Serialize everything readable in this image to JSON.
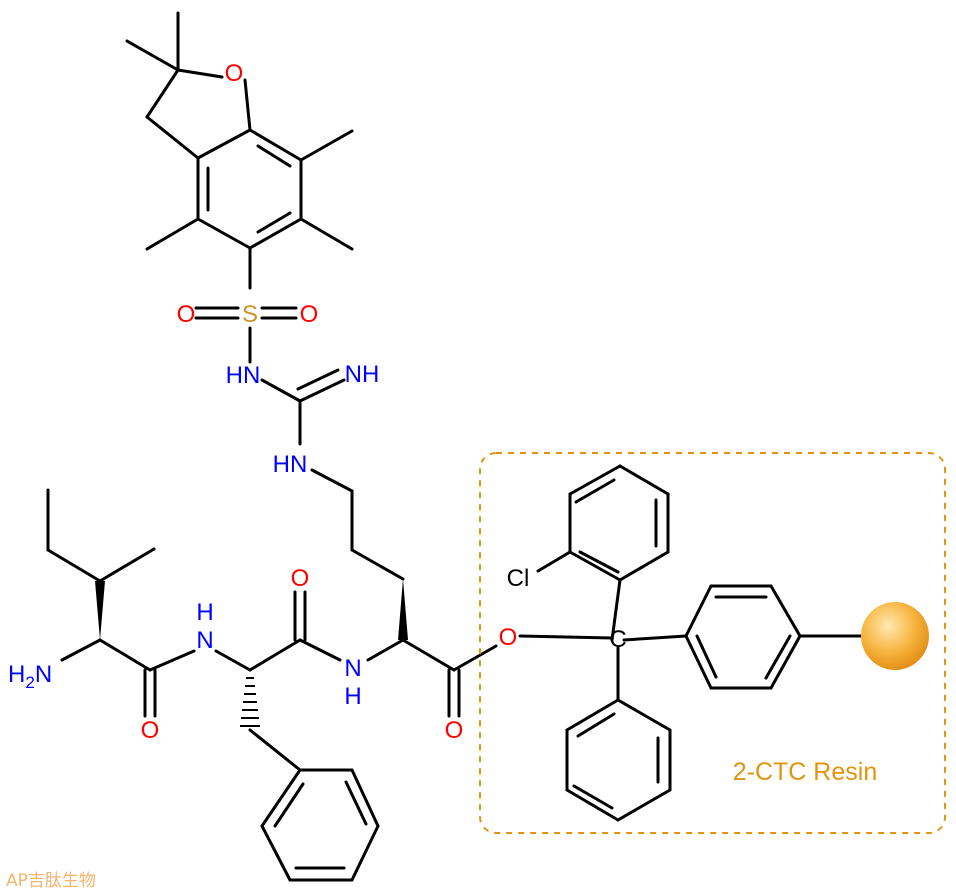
{
  "atom_labels": {
    "o_ring": "O",
    "s": "S",
    "o_s_left": "O",
    "o_s_right": "O",
    "hn_sulf": "HN",
    "nh_imine": "NH",
    "hn_side": "HN",
    "nh_amide1": "N",
    "h_amide1": "H",
    "nh_amide2": "N",
    "h_amide2": "H",
    "h2n": "H",
    "h2n_sub": "2",
    "h2n_n": "N",
    "o_ile": "O",
    "o_phe": "O",
    "o_arg": "O",
    "o_ester": "O",
    "c_trityl": "C",
    "cl": "Cl"
  },
  "resin": {
    "label": "2-CTC Resin",
    "accent_color": "#e0940f",
    "bead_color": "#f5a623"
  },
  "watermark": "AP吉肽生物"
}
